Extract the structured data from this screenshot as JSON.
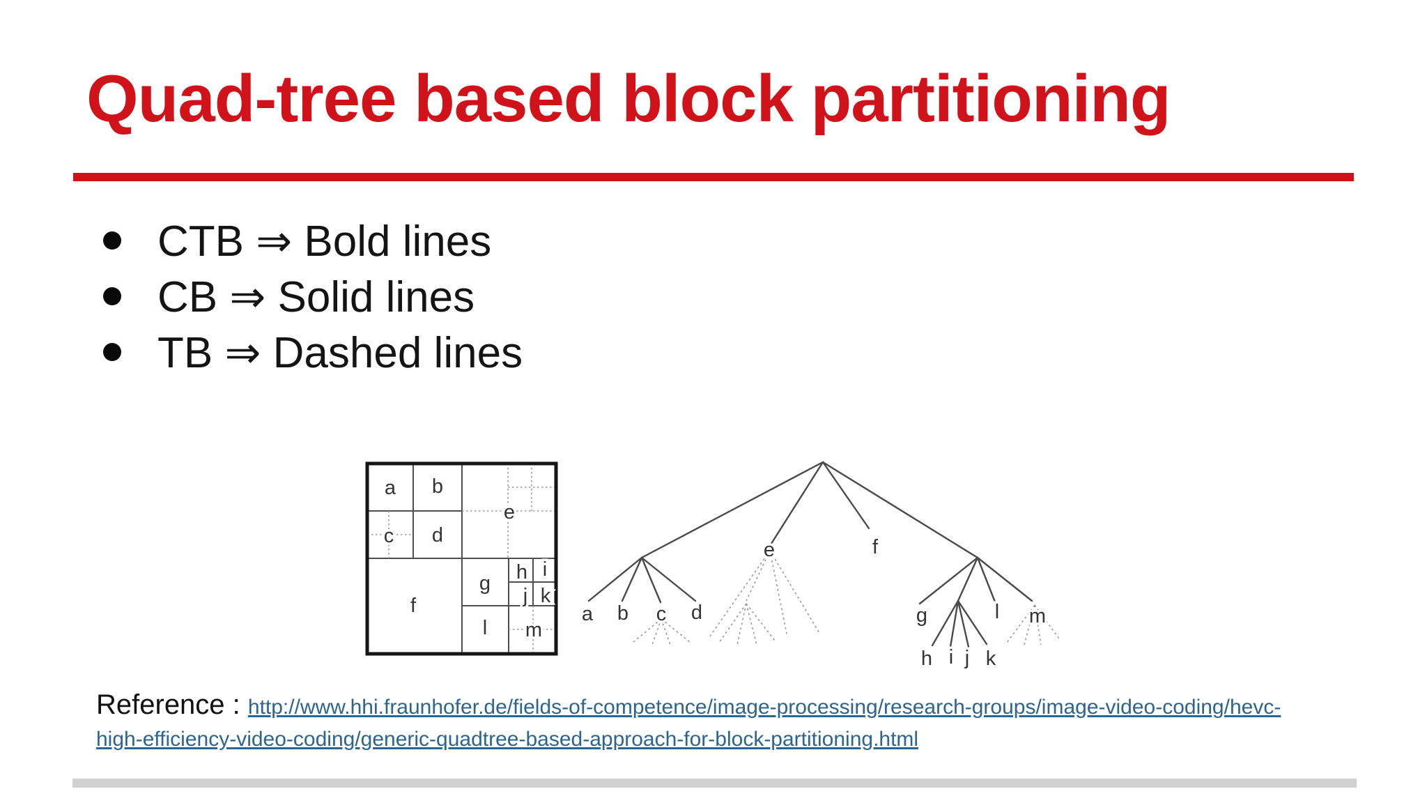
{
  "slide": {
    "title": "Quad-tree based block partitioning",
    "bullets": [
      "CTB ⇒ Bold lines",
      "CB ⇒ Solid lines",
      "TB ⇒ Dashed lines"
    ]
  },
  "diagram": {
    "block_labels": [
      "a",
      "b",
      "c",
      "d",
      "e",
      "f",
      "g",
      "h",
      "i",
      "j",
      "k",
      "l",
      "m"
    ],
    "tree_labels": [
      "a",
      "b",
      "c",
      "d",
      "e",
      "f",
      "g",
      "h",
      "i",
      "j",
      "k",
      "l",
      "m"
    ]
  },
  "reference": {
    "label": "Reference : ",
    "link_lines": [
      "http://www.hhi.fraunhofer.de/fields-of-competence/image-processing/research-groups/image-video-coding/hevc-",
      "high-efficiency-video-coding/generic-quadtree-based-approach-for-block-partitioning.html"
    ],
    "url": "http://www.hhi.fraunhofer.de/fields-of-competence/image-processing/research-groups/image-video-coding/hevc-high-efficiency-video-coding/generic-quadtree-based-approach-for-block-partitioning.html"
  },
  "colors": {
    "accent_red": "#d0131a",
    "link_blue": "#2b6590"
  }
}
